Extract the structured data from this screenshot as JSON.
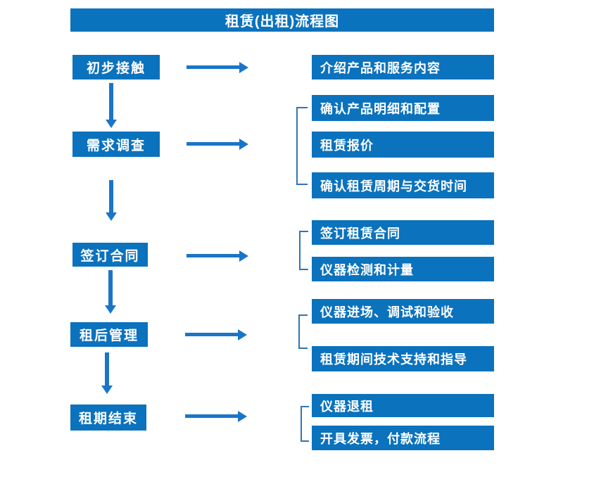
{
  "title": "租赁(出租)流程图",
  "colors": {
    "box_blue": "#0b72bd",
    "arrow_blue": "#1a75c8",
    "bracket_blue": "#2e75b6",
    "text_white": "#ffffff"
  },
  "steps": [
    {
      "label": "初步接触",
      "details": [
        "介绍产品和服务内容"
      ]
    },
    {
      "label": "需求调查",
      "details": [
        "确认产品明细和配置",
        "租赁报价",
        "确认租赁周期与交货时间"
      ]
    },
    {
      "label": "签订合同",
      "details": [
        "签订租赁合同",
        "仪器检测和计量"
      ]
    },
    {
      "label": "租后管理",
      "details": [
        "仪器进场、调试和验收",
        "租赁期间技术支持和指导"
      ]
    },
    {
      "label": "租期结束",
      "details": [
        "仪器退租",
        "开具发票，付款流程"
      ]
    }
  ]
}
